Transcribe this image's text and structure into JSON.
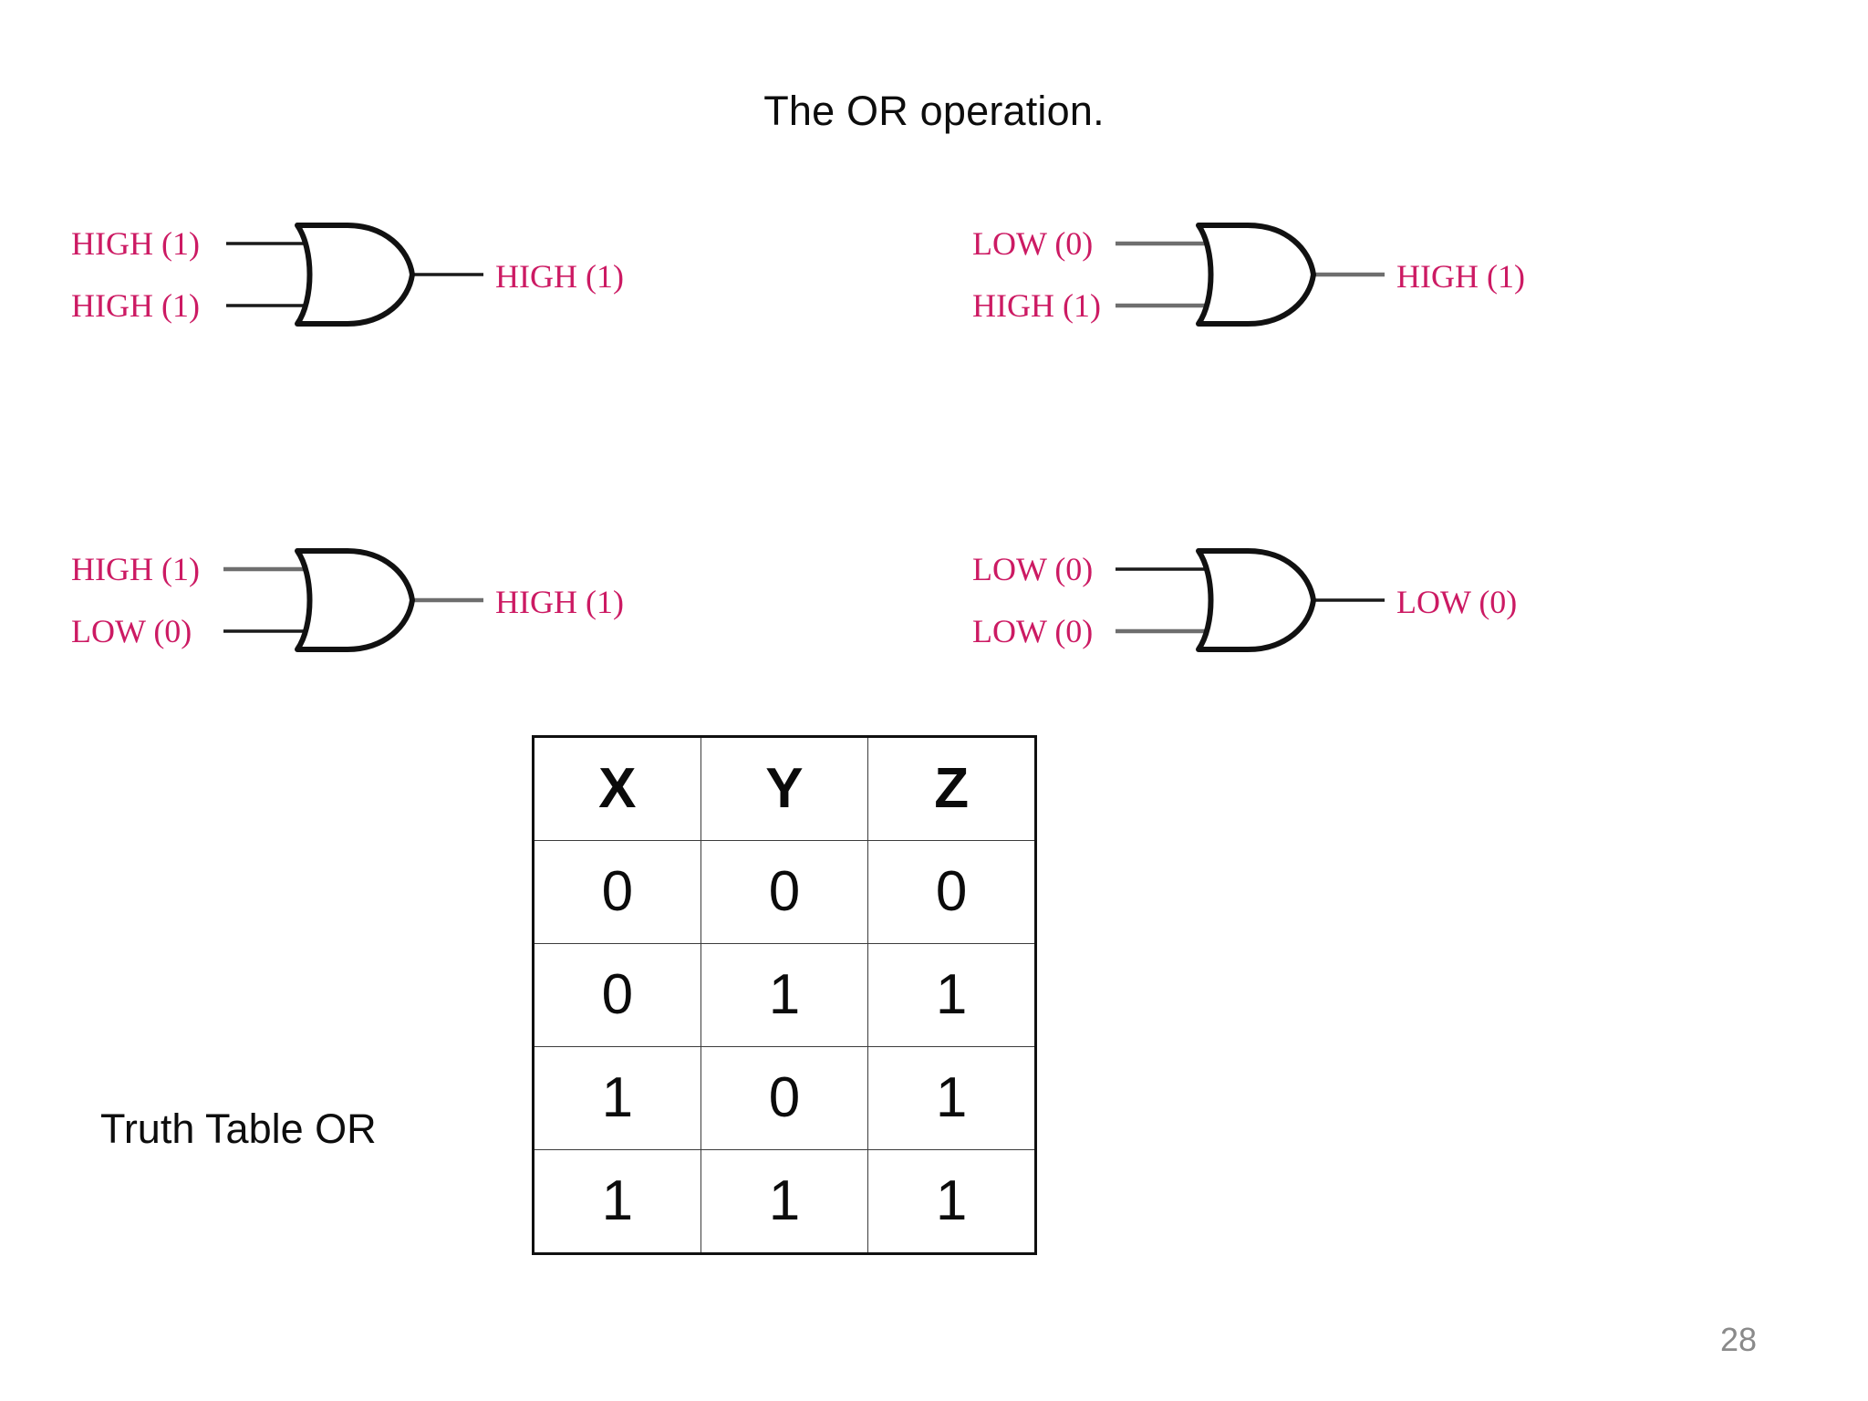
{
  "slide": {
    "title": "The OR operation.",
    "page_number": "28",
    "accent_color": "#cc1a63",
    "wire_black": "#1a1a1a",
    "wire_gray": "#6e6e6e",
    "page_number_color": "#8a8a8a"
  },
  "gates": [
    {
      "id": "gate-1",
      "type": "or-gate",
      "input_top": "HIGH (1)",
      "input_bottom": "HIGH (1)",
      "output": "HIGH (1)",
      "wire_top_color": "#1a1a1a",
      "wire_bottom_color": "#1a1a1a",
      "wire_out_color": "#1a1a1a"
    },
    {
      "id": "gate-2",
      "type": "or-gate",
      "input_top": "LOW (0)",
      "input_bottom": "HIGH (1)",
      "output": "HIGH (1)",
      "wire_top_color": "#6e6e6e",
      "wire_bottom_color": "#6e6e6e",
      "wire_out_color": "#6e6e6e"
    },
    {
      "id": "gate-3",
      "type": "or-gate",
      "input_top": "HIGH (1)",
      "input_bottom": "LOW (0)",
      "output": "HIGH (1)",
      "wire_top_color": "#6e6e6e",
      "wire_bottom_color": "#1a1a1a",
      "wire_out_color": "#6e6e6e"
    },
    {
      "id": "gate-4",
      "type": "or-gate",
      "input_top": "LOW (0)",
      "input_bottom": "LOW (0)",
      "output": "LOW (0)",
      "wire_top_color": "#1a1a1a",
      "wire_bottom_color": "#6e6e6e",
      "wire_out_color": "#1a1a1a"
    }
  ],
  "truth_table": {
    "caption": "Truth Table OR",
    "headers": [
      "X",
      "Y",
      "Z"
    ],
    "rows": [
      [
        "0",
        "0",
        "0"
      ],
      [
        "0",
        "1",
        "1"
      ],
      [
        "1",
        "0",
        "1"
      ],
      [
        "1",
        "1",
        "1"
      ]
    ]
  },
  "chart_data": {
    "type": "table",
    "title": "Truth Table OR",
    "columns": [
      "X",
      "Y",
      "Z"
    ],
    "rows": [
      [
        "0",
        "0",
        "0"
      ],
      [
        "0",
        "1",
        "1"
      ],
      [
        "1",
        "0",
        "1"
      ],
      [
        "1",
        "1",
        "1"
      ]
    ]
  }
}
